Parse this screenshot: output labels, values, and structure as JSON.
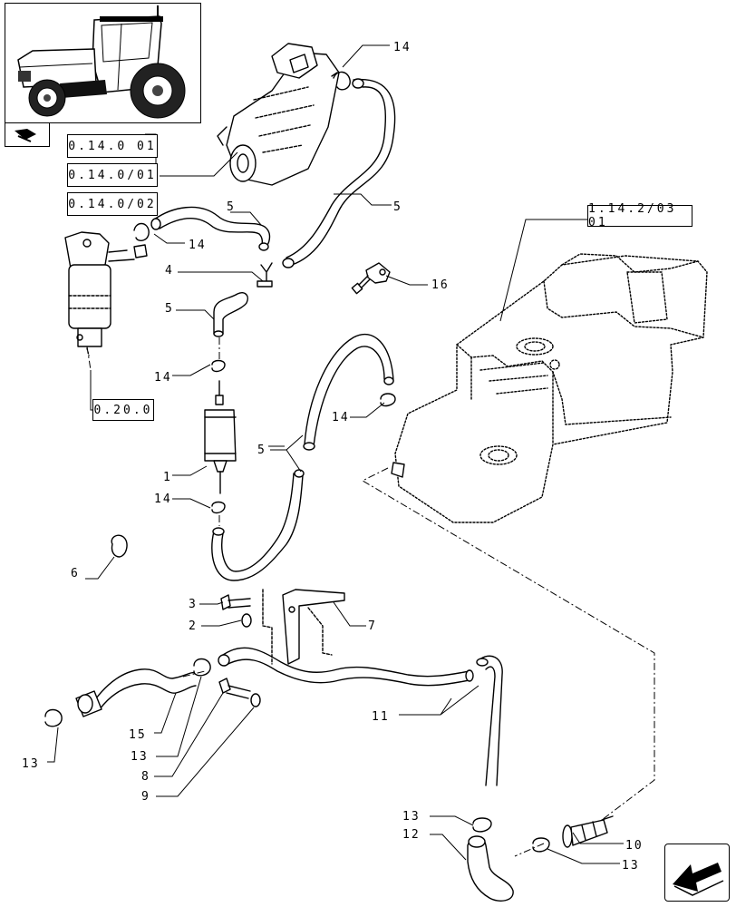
{
  "ref_boxes": {
    "r1": "0.14.0 01",
    "r2": "0.14.0/01",
    "r3": "0.14.0/02",
    "r4": "1.14.2/03 01",
    "r5": "0.20.0"
  },
  "callouts": {
    "c14a": "14",
    "c5a": "5",
    "c5b": "5",
    "c14b": "14",
    "c4": "4",
    "c16": "16",
    "c5c": "5",
    "c14c": "14",
    "c14d": "14",
    "c5d": "5",
    "c1": "1",
    "c14e": "14",
    "c6": "6",
    "c3": "3",
    "c2": "2",
    "c7": "7",
    "c11": "11",
    "c15": "15",
    "c13a": "13",
    "c13b": "13",
    "c8": "8",
    "c9": "9",
    "c13c": "13",
    "c12": "12",
    "c10": "10",
    "c13d": "13"
  },
  "icons": {
    "tractor": "tractor-thumbnail-icon",
    "tab": "book-tab-icon",
    "nav": "next-page-arrow-icon"
  }
}
